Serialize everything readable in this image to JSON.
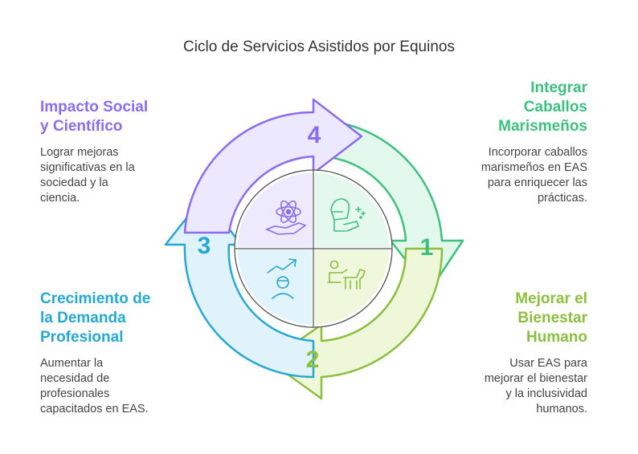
{
  "title": "Ciclo de Servicios Asistidos por Equinos",
  "steps": [
    {
      "number": "1",
      "title_lines": [
        "Integrar",
        "Caballos",
        "Marismeños"
      ],
      "desc_lines": [
        "Incorporar caballos",
        "marismeños en EAS",
        "para enriquecer las",
        "prácticas."
      ],
      "color": "#3dbf7e",
      "icon": "horse-care-icon"
    },
    {
      "number": "2",
      "title_lines": [
        "Mejorar el",
        "Bienestar",
        "Humano"
      ],
      "desc_lines": [
        "Usar EAS para",
        "mejorar el bienestar",
        "y la inclusividad",
        "humanos."
      ],
      "color": "#8cbe3f",
      "icon": "person-with-horse-icon"
    },
    {
      "number": "3",
      "title_lines": [
        "Crecimiento de",
        "la Demanda",
        "Profesional"
      ],
      "desc_lines": [
        "Aumentar la",
        "necesidad de",
        "profesionales",
        "capacitados en EAS."
      ],
      "color": "#26a7d4",
      "icon": "growth-person-icon"
    },
    {
      "number": "4",
      "title_lines": [
        "Impacto Social",
        "y Científico"
      ],
      "desc_lines": [
        "Lograr mejoras",
        "significativas en la",
        "sociedad y la",
        "ciencia."
      ],
      "color": "#8a6cf0",
      "icon": "atom-hand-icon"
    }
  ]
}
